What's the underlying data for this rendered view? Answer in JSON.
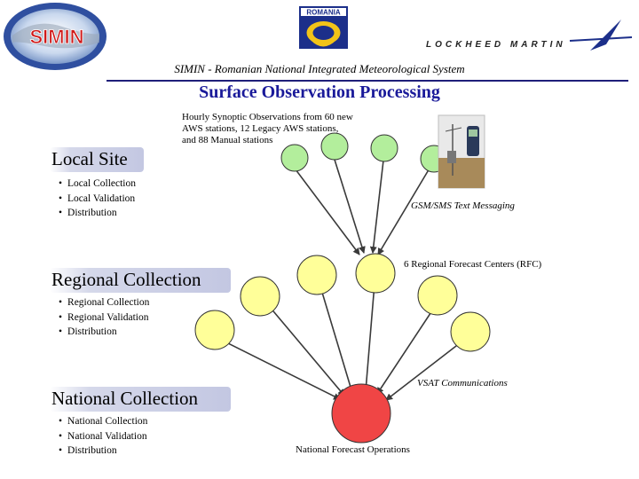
{
  "header": {
    "simin_logo_text": "SIMIN",
    "romania_logo_text": "ROMANIA",
    "lockheed_logo_text": "LOCKHEED MARTIN",
    "subtitle": "SIMIN - Romanian National Integrated Meteorological System",
    "title": "Surface Observation Processing"
  },
  "sections": [
    {
      "heading": "Local Site",
      "bullets": [
        "Local Collection",
        "Local Validation",
        "Distribution"
      ]
    },
    {
      "heading": "Regional Collection",
      "bullets": [
        "Regional Collection",
        "Regional Validation",
        "Distribution"
      ]
    },
    {
      "heading": "National Collection",
      "bullets": [
        "National Collection",
        "National Validation",
        "Distribution"
      ]
    }
  ],
  "annotations": {
    "stations": [
      "Hourly Synoptic Observations from 60 new",
      "AWS stations, 12 Legacy AWS stations,",
      "and 88 Manual stations"
    ],
    "gsm": "GSM/SMS Text Messaging",
    "rfc": "6 Regional Forecast Centers (RFC)",
    "vsat": "VSAT Communications",
    "nfo": "National Forecast Operations"
  },
  "colors": {
    "station_node": "#b3ee9c",
    "regional_node": "#ffff99",
    "national_node": "#f04545",
    "title_blue": "#1a1a9a",
    "arrow": "#3a3a3a"
  }
}
